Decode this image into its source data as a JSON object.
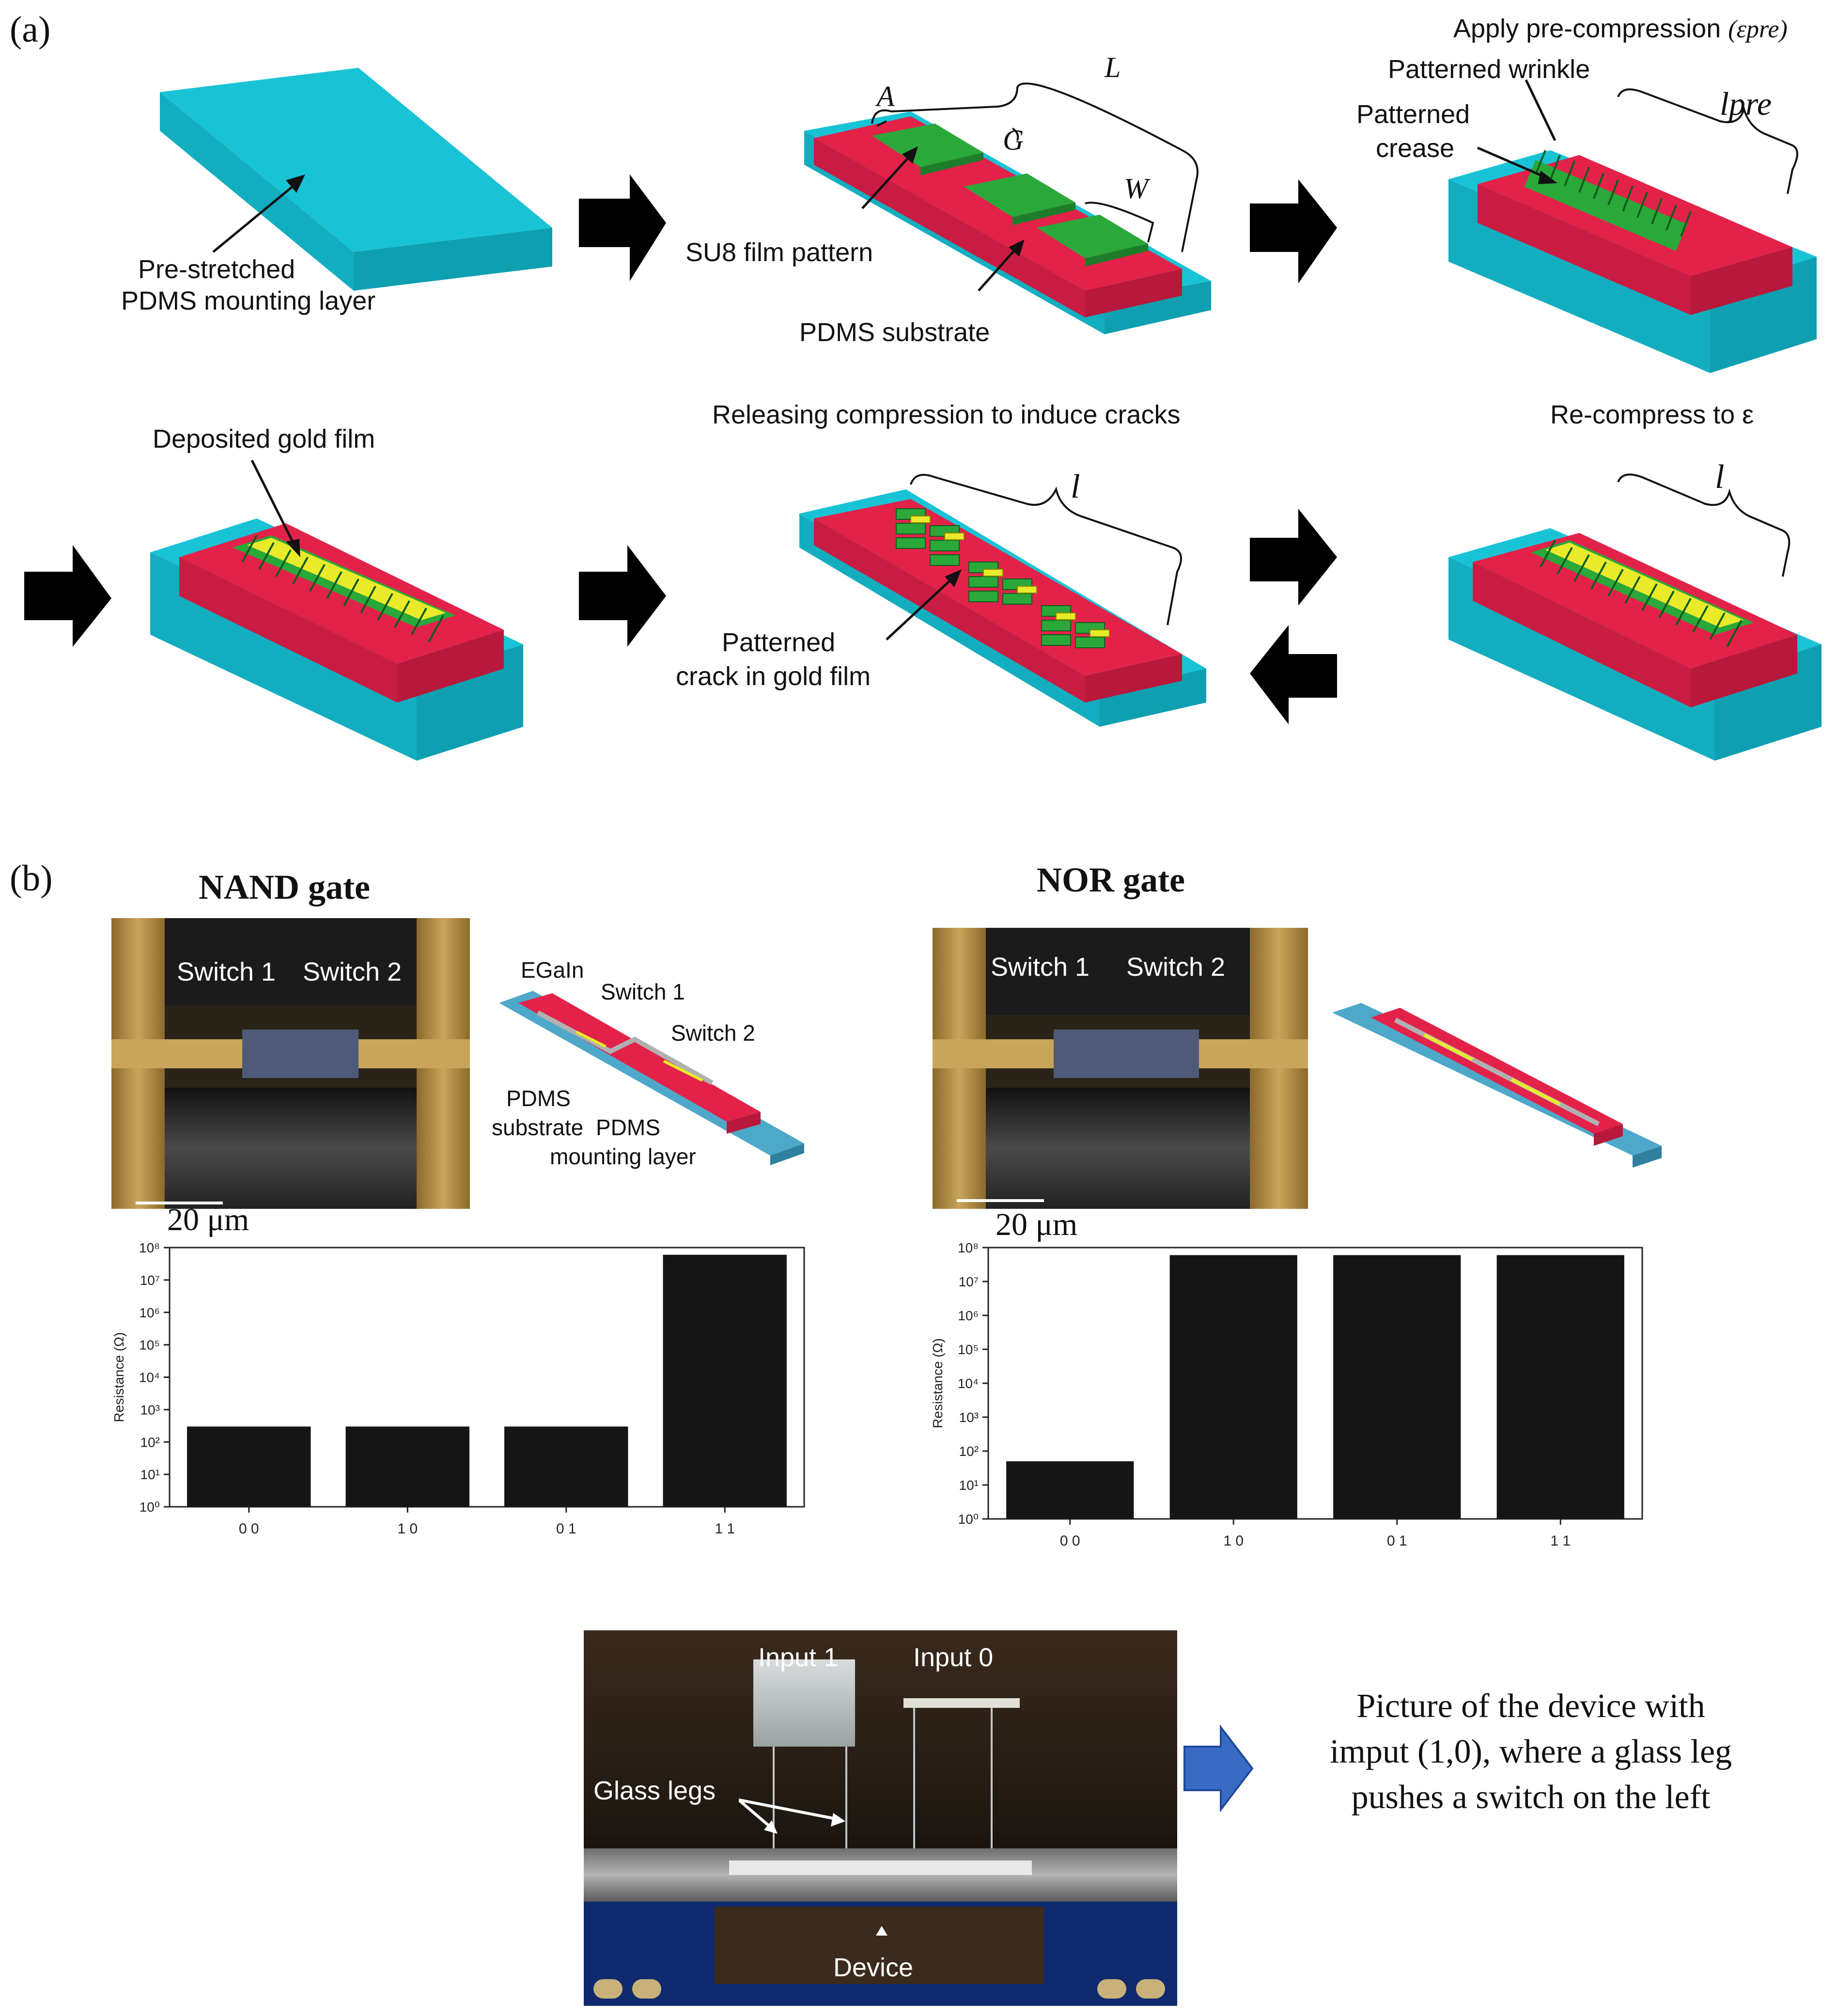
{
  "panel_a": {
    "label": "(a)",
    "step1": {
      "text_line1": "Pre-stretched",
      "text_line2": "PDMS mounting layer"
    },
    "step2": {
      "A": "A",
      "G": "G",
      "L": "L",
      "W": "W",
      "su8": "SU8 film pattern",
      "pdms": "PDMS substrate"
    },
    "step3": {
      "heading_main": "Apply pre-compression",
      "heading_sym": "(εpre)",
      "wrinkle": "Patterned wrinkle",
      "crease_line1": "Patterned",
      "crease_line2": "crease",
      "lpre": "lpre"
    },
    "step4": {
      "gold": "Deposited gold film"
    },
    "step5": {
      "heading": "Releasing compression to induce cracks",
      "l": "l",
      "crack_line1": "Patterned",
      "crack_line2": "crack in gold film"
    },
    "step6": {
      "heading": "Re-compress to ε",
      "l": "l"
    },
    "colors": {
      "mounting": "#19c3d6",
      "substrate": "#e3224a",
      "film": "#2aa83a",
      "gold": "#e9ea2a",
      "arrow": "#000000"
    }
  },
  "panel_b": {
    "label": "(b)",
    "nand": {
      "title": "NAND gate",
      "photo_labels": [
        "Switch 1",
        "Switch 2"
      ],
      "schematic_labels": {
        "egain": "EGaIn",
        "switch1": "Switch 1",
        "switch2": "Switch 2",
        "pdms_sub_line1": "PDMS",
        "pdms_sub_line2": "substrate",
        "pdms_mount_line1": "PDMS",
        "pdms_mount_line2": "mounting layer"
      },
      "scale": "20 μm"
    },
    "nor": {
      "title": "NOR gate",
      "photo_labels": [
        "Switch 1",
        "Switch 2"
      ],
      "scale": "20 μm"
    },
    "bottom_photo": {
      "input1": "Input 1",
      "input0": "Input 0",
      "legs": "Glass legs",
      "device": "Device"
    },
    "caption": [
      "Picture of the device with",
      "imput (1,0), where a glass leg",
      "pushes a switch on the left"
    ]
  },
  "chart_data": [
    {
      "type": "bar",
      "name": "NAND",
      "categories": [
        "0 0",
        "1 0",
        "0 1",
        "1 1"
      ],
      "values": [
        300,
        300,
        300,
        60000000
      ],
      "ylabel": "Resistance (Ω)",
      "yscale": "log",
      "ylim": [
        1,
        100000000
      ],
      "yticks": [
        "10⁰",
        "10¹",
        "10²",
        "10³",
        "10⁴",
        "10⁵",
        "10⁶",
        "10⁷",
        "10⁸"
      ],
      "bar_color": "#151515",
      "grid": false
    },
    {
      "type": "bar",
      "name": "NOR",
      "categories": [
        "0 0",
        "1 0",
        "0 1",
        "1 1"
      ],
      "values": [
        50,
        60000000,
        60000000,
        60000000
      ],
      "ylabel": "Resistance (Ω)",
      "yscale": "log",
      "ylim": [
        1,
        100000000
      ],
      "yticks": [
        "10⁰",
        "10¹",
        "10²",
        "10³",
        "10⁴",
        "10⁵",
        "10⁶",
        "10⁷",
        "10⁸"
      ],
      "bar_color": "#151515",
      "grid": false
    }
  ]
}
